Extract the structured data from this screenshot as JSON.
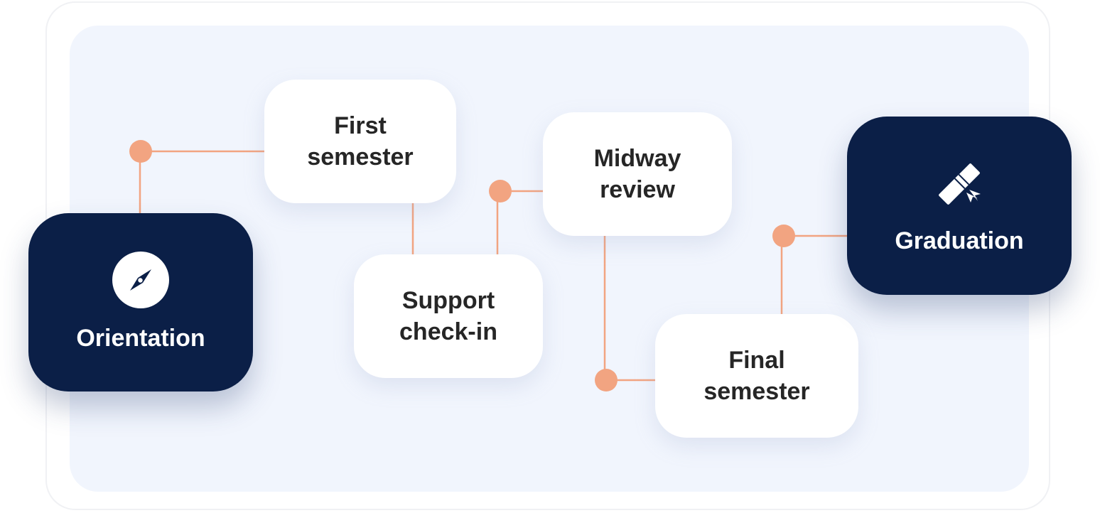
{
  "nodes": {
    "orientation": {
      "label": "Orientation",
      "icon": "compass-icon"
    },
    "first_semester": {
      "label": "First semester"
    },
    "support_checkin": {
      "label": "Support check-in"
    },
    "midway_review": {
      "label": "Midway review"
    },
    "final_semester": {
      "label": "Final semester"
    },
    "graduation": {
      "label": "Graduation",
      "icon": "diploma-icon"
    }
  },
  "colors": {
    "dark_node": "#0b1f47",
    "light_node": "#ffffff",
    "panel": "#f1f5fd",
    "connector": "#f2a481",
    "text_dark": "#262626"
  }
}
